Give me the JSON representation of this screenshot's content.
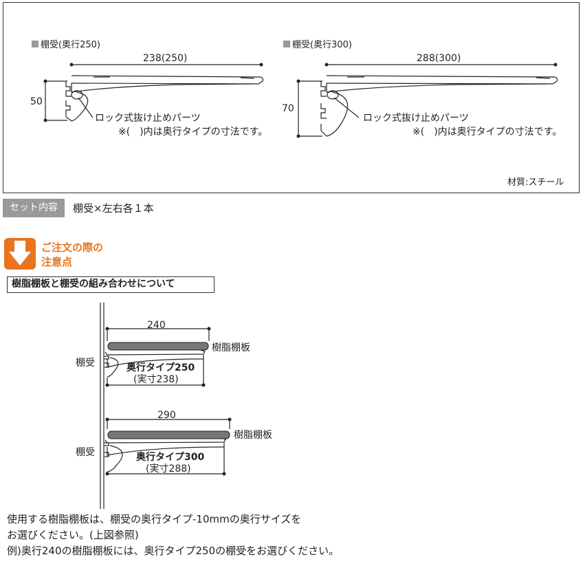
{
  "spec_panel": {
    "left": {
      "title": "棚受(奥行250)",
      "width_dim": "238(250)",
      "height_dim": "50",
      "lock_label": "ロック式抜け止めパーツ",
      "note": "※(　)内は奥行タイプの寸法です。"
    },
    "right": {
      "title": "棚受(奥行300)",
      "width_dim": "288(300)",
      "height_dim": "70",
      "lock_label": "ロック式抜け止めパーツ",
      "note": "※(　)内は奥行タイプの寸法です。"
    },
    "material": "材質:スチール"
  },
  "set_contents": {
    "label": "セット内容",
    "value": "棚受×左右各１本"
  },
  "order_notice": {
    "title_line1": "ご注文の際の",
    "title_line2": "注意点",
    "icon": "down-arrow-icon"
  },
  "combo": {
    "heading": "樹脂棚板と棚受の組み合わせについて",
    "top": {
      "board_dim": "240",
      "board_label": "樹脂棚板",
      "bracket_label": "棚受",
      "type_label": "奥行タイプ250",
      "actual_label": "(実寸238)"
    },
    "bottom": {
      "board_dim": "290",
      "board_label": "樹脂棚板",
      "bracket_label": "棚受",
      "type_label": "奥行タイプ300",
      "actual_label": "(実寸288)"
    }
  },
  "footer_notes": [
    "使用する樹脂棚板は、棚受の奥行タイプ-10mmの奥行サイズを",
    "お選びください。(上図参照)",
    "例)奥行240の樹脂棚板には、奥行タイプ250の棚受をお選びください。"
  ],
  "colors": {
    "accent": "#e8741e",
    "label_bg": "#9a9a9a",
    "board": "#777777"
  }
}
